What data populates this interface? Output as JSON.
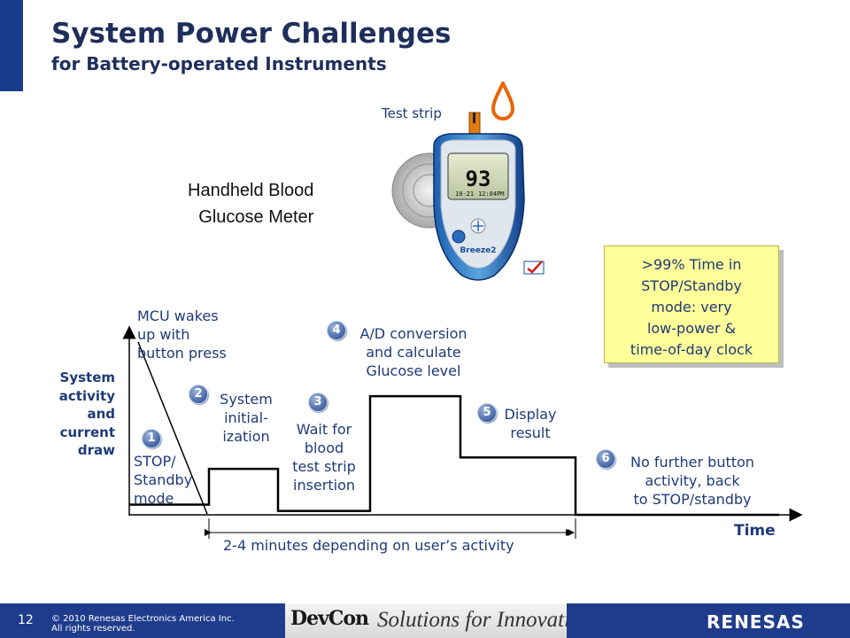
{
  "slide": {
    "title": "System Power Challenges",
    "subtitle": "for Battery-operated Instruments",
    "device_name": [
      "Handheld Blood",
      "Glucose Meter"
    ],
    "test_strip_label": "Test strip",
    "meter_display": {
      "reading": "93",
      "date": "10-21",
      "time": "12:04PM",
      "brand": "Breeze2"
    }
  },
  "diagram": {
    "y_axis_label": [
      "System",
      "activity",
      "and",
      "current",
      "draw"
    ],
    "x_axis_label": "Time",
    "duration_label": "2-4 minutes depending on user’s activity",
    "mcu_label": [
      "MCU wakes",
      "up with",
      "button press"
    ],
    "stages": [
      {
        "num": "1",
        "lines": [
          "STOP/",
          "Standby",
          "mode"
        ],
        "level": 0.08
      },
      {
        "num": "2",
        "lines": [
          "System",
          "initial-",
          "ization"
        ],
        "level": 0.36
      },
      {
        "num": "3",
        "lines": [
          "Wait for",
          "blood",
          "test strip",
          "insertion"
        ],
        "level": 0.03
      },
      {
        "num": "4",
        "lines": [
          "A/D conversion",
          "and calculate",
          "Glucose level"
        ],
        "level": 0.93
      },
      {
        "num": "5",
        "lines": [
          "Display",
          "result"
        ],
        "level": 0.45
      },
      {
        "num": "6",
        "lines": [
          "No further button",
          "activity, back",
          "to STOP/standby"
        ],
        "level": 0.0
      }
    ],
    "callout_lines": [
      ">99% Time in",
      "STOP/Standby",
      "mode: very",
      "low-power &",
      "time-of-day clock"
    ]
  },
  "footer": {
    "page_number": "12",
    "copyright_lines": [
      "© 2010 Renesas Electronics America Inc.",
      "All rights reserved."
    ],
    "devcon_logo": "DevCon",
    "tagline": "Solutions for Innovation",
    "renesas_logo": "RENESAS"
  },
  "colors": {
    "navy": "#1f3c8c",
    "text_blue": "#1f3a78",
    "callout_bg": "#ffff99",
    "strip_orange": "#e07a10",
    "drop_orange": "#e8650a"
  }
}
